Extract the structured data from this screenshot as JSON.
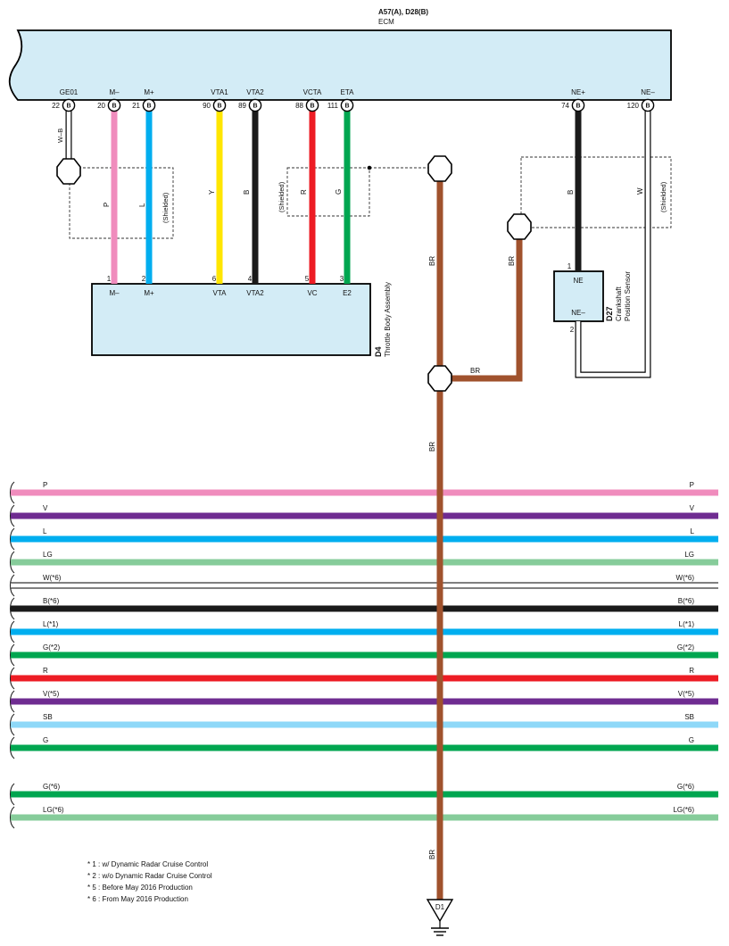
{
  "ecm": {
    "connector_label": "A57(A), D28(B)",
    "name": "ECM",
    "pins": [
      {
        "id": "ge01",
        "name": "GE01",
        "number": "22",
        "letter": "B"
      },
      {
        "id": "m-minus",
        "name": "M–",
        "number": "20",
        "letter": "B"
      },
      {
        "id": "m-plus",
        "name": "M+",
        "number": "21",
        "letter": "B"
      },
      {
        "id": "vta1",
        "name": "VTA1",
        "number": "90",
        "letter": "B"
      },
      {
        "id": "vta2",
        "name": "VTA2",
        "number": "89",
        "letter": "B"
      },
      {
        "id": "vcta",
        "name": "VCTA",
        "number": "88",
        "letter": "B"
      },
      {
        "id": "eta",
        "name": "ETA",
        "number": "111",
        "letter": "B"
      },
      {
        "id": "ne-plus",
        "name": "NE+",
        "number": "74",
        "letter": "B"
      },
      {
        "id": "ne-minus",
        "name": "NE–",
        "number": "120",
        "letter": "B"
      }
    ]
  },
  "throttle": {
    "code": "D4",
    "name": "Throttle Body Assembly",
    "pins": [
      {
        "name": "M–",
        "number": "1"
      },
      {
        "name": "M+",
        "number": "2"
      },
      {
        "name": "VTA",
        "number": "6"
      },
      {
        "name": "VTA2",
        "number": "4"
      },
      {
        "name": "VC",
        "number": "5"
      },
      {
        "name": "E2",
        "number": "3"
      }
    ]
  },
  "crank": {
    "code": "D27",
    "name_line1": "Crankshaft",
    "name_line2": "Position Sensor",
    "pins": [
      {
        "name": "NE",
        "number": "1"
      },
      {
        "name": "NE–",
        "number": "2"
      }
    ]
  },
  "wire_labels": {
    "ge01": "W–B",
    "m_minus": "P",
    "m_plus": "L",
    "vta1": "Y",
    "vta2": "B",
    "vcta": "R",
    "eta": "G",
    "ne_plus": "B",
    "ne_minus": "W",
    "ground_upper": "BR",
    "crank_shield": "BR",
    "branch": "BR",
    "ground_mid": "BR",
    "ground_lower": "BR"
  },
  "shield_label": "(Shielded)",
  "ground": {
    "code": "D1"
  },
  "bus_wires": [
    {
      "label": "P",
      "color": "#f08cbd"
    },
    {
      "label": "V",
      "color": "#6f2c91"
    },
    {
      "label": "L",
      "color": "#00aeef"
    },
    {
      "label": "LG",
      "color": "#86cc9a"
    },
    {
      "label": "W(*6)",
      "color": "#ffffff"
    },
    {
      "label": "B(*6)",
      "color": "#1a1a1a"
    },
    {
      "label": "L(*1)",
      "color": "#00aeef"
    },
    {
      "label": "G(*2)",
      "color": "#00a650"
    },
    {
      "label": "R",
      "color": "#ed1c24"
    },
    {
      "label": "V(*5)",
      "color": "#6f2c91"
    },
    {
      "label": "SB",
      "color": "#8ed8f8"
    },
    {
      "label": "G",
      "color": "#00a650"
    },
    {
      "label": "G(*6)",
      "color": "#00a650"
    },
    {
      "label": "LG(*6)",
      "color": "#86cc9a"
    }
  ],
  "notes": [
    "* 1 : w/ Dynamic Radar Cruise Control",
    "* 2 : w/o Dynamic Radar Cruise Control",
    "* 5 : Before May 2016 Production",
    "* 6 : From May 2016 Production"
  ],
  "colors": {
    "pink": "#f08cbd",
    "blue": "#00aeef",
    "yellow": "#ffe600",
    "black": "#1a1a1a",
    "red": "#ed1c24",
    "green": "#00a650",
    "brown": "#a0522d",
    "box_fill": "#d3ecf6"
  }
}
